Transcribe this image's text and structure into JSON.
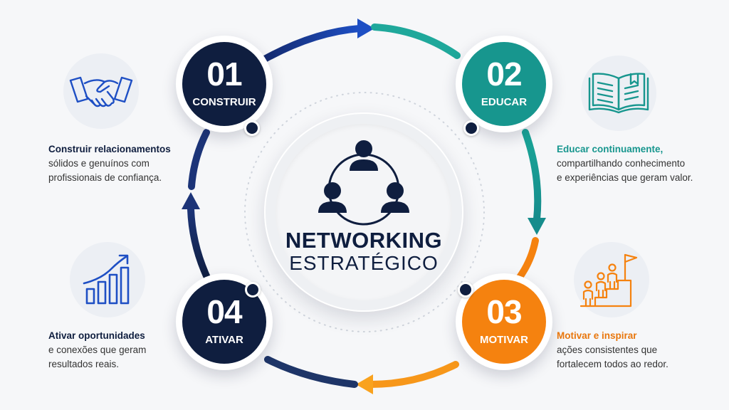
{
  "center": {
    "title": "NETWORKING",
    "subtitle": "ESTRATÉGICO"
  },
  "steps": [
    {
      "number": "01",
      "label": "CONSTRUIR",
      "color": "#0f1e3f",
      "heading": "Construir relacionamentos",
      "heading_color": "#0f1e3f",
      "lines": [
        "sólidos e genuínos com",
        "profissionais de confiança."
      ],
      "icon": "handshake-icon"
    },
    {
      "number": "02",
      "label": "EDUCAR",
      "color": "#17968e",
      "heading": "Educar continuamente,",
      "heading_color": "#17968e",
      "lines": [
        "compartilhando conhecimento",
        "e experiências que geram valor."
      ],
      "icon": "open-book-icon"
    },
    {
      "number": "03",
      "label": "MOTIVAR",
      "color": "#f5820f",
      "heading": "Motivar e inspirar",
      "heading_color": "#e8760c",
      "lines": [
        "ações consistentes que",
        "fortalecem todos ao redor."
      ],
      "icon": "team-flag-icon"
    },
    {
      "number": "04",
      "label": "ATIVAR",
      "color": "#0f1e3f",
      "heading": "Ativar oportunidades",
      "heading_color": "#0f1e3f",
      "lines": [
        "e conexões que geram",
        "resultados reais."
      ],
      "icon": "growth-chart-icon"
    }
  ],
  "colors": {
    "navy": "#0f1e3f",
    "blue": "#1a3fa8",
    "teal": "#17968e",
    "orange": "#f5820f"
  }
}
